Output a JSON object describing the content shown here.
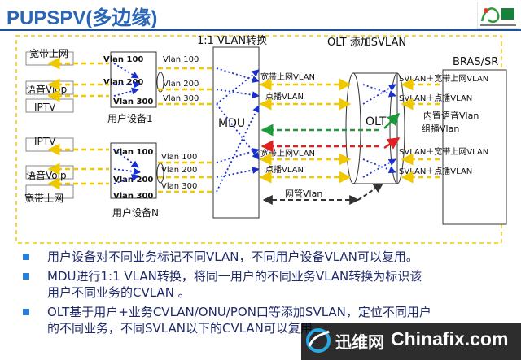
{
  "title": "PUPSPV(多边缘)",
  "diagram": {
    "headers": {
      "vlan_conversion": "1:1 VLAN转换",
      "olt_add_svlan": "OLT 添加SVLAN",
      "bras_sr": "BRAS/SR"
    },
    "devices": {
      "mdu": "MDU",
      "olt": "OLT",
      "user_device_1": "用户设备1",
      "user_device_n": "用户设备N"
    },
    "services_top": [
      "宽带上网",
      "语音Viop",
      "IPTV"
    ],
    "services_bottom": [
      "IPTV",
      "语音Voip",
      "宽带上网"
    ],
    "cpe_vlans": [
      "Vlan 100",
      "Vlan 200",
      "Vlan 300"
    ],
    "link_vlans": [
      "Vlan 100",
      "Vlan 200",
      "Vlan 300"
    ],
    "mdu_right_top": [
      "宽带上网VLAN",
      "点播VLAN"
    ],
    "mdu_right_bottom": [
      "宽带上网VLAN",
      "点播VLAN"
    ],
    "mgmt_vlan": "网管Vlan",
    "svlan_top": [
      "SVLAN＋宽带上网VLAN",
      "SVLAN＋点播VLAN"
    ],
    "svlan_bottom": [
      "SVLAN＋宽带上网VLAN",
      "SVLAN＋点播VLAN"
    ],
    "inner_labels": [
      "内置语音Vlan",
      "组播Vlan"
    ]
  },
  "bullets": [
    [
      "用户设备对不同业务标记不同VLAN，不同用户设备VLAN可以复用。"
    ],
    [
      "MDU进行1:1 VLAN转换，将同一用户的不同业务VLAN转换为标识该",
      "用户不同业务的CVLAN 。"
    ],
    [
      "OLT基于用户+业务CVLAN/ONU/PON口等添加SVLAN，定位不同用户",
      "的不同业务，不同SVLAN以下的CVLAN可以复用。"
    ]
  ],
  "watermark": {
    "cn": "迅维网",
    "en": "Chinafix.com"
  },
  "colors": {
    "title": "#2a66b8",
    "dashed_flow": "#f0c800",
    "dotted_flow": "#1a2fd0",
    "green_flow": "#1b9a3a",
    "red_flow": "#e02020",
    "bullet_text": "#1f2a6b"
  }
}
